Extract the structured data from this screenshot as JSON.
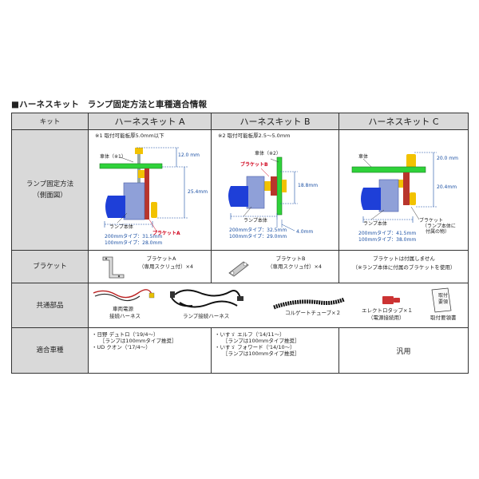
{
  "title": "■ハーネスキット　ランプ固定方法と車種適合情報",
  "header": {
    "col0": "キット",
    "kit_a": "ハーネスキット A",
    "kit_b": "ハーネスキット B",
    "kit_c": "ハーネスキット C"
  },
  "rows": {
    "mount_label_1": "ランプ固定方法",
    "mount_label_2": "（側面図）",
    "bracket_label": "ブラケット",
    "common_label": "共通部品",
    "fit_label": "適合車種"
  },
  "kit_a": {
    "note": "※1 取付可能板厚5.0mm以下",
    "body_label": "車体（※1）",
    "lamp_label": "ランプ本体",
    "bracket_tag": "ブラケットA",
    "dim_top": "12.0 mm",
    "dim_side": "25.4mm",
    "spec1": "200mmタイプ：31.5mm",
    "spec2": "100mmタイプ：28.0mm",
    "bracket_name": "ブラケットA",
    "bracket_sub": "（専用スクリュ付）×4"
  },
  "kit_b": {
    "note": "※2 取付可能板厚2.5～5.0mm",
    "body_label": "車体（※2）",
    "bracket_tag": "ブラケットB",
    "lamp_label": "ランプ本体",
    "dim_side": "18.8mm",
    "dim_plate": "4.0mm",
    "spec1": "200mmタイプ：32.5mm",
    "spec2": "100mmタイプ：29.0mm",
    "bracket_name": "ブラケットB",
    "bracket_sub": "（専用スクリュ付）×4"
  },
  "kit_c": {
    "body_label": "車体",
    "dim_top": "20.0 mm",
    "dim_side": "20.4mm",
    "lamp_label": "ランプ本体",
    "bracket_tag_1": "ブラケット",
    "bracket_tag_2": "（ランプ本体に",
    "bracket_tag_3": "付属の物）",
    "spec1": "200mmタイプ：41.5mm",
    "spec2": "100mmタイプ：38.0mm",
    "bracket_note_1": "ブラケットは付属しません",
    "bracket_note_2": "（※ランプ本体に付属のブラケットを使用）"
  },
  "common_parts": {
    "power_harness_1": "車両電源",
    "power_harness_2": "接続ハーネス",
    "lamp_harness": "ランプ接続ハーネス",
    "tube": "コルゲートチューブ×２",
    "tap_1": "エレクトロタップ×１",
    "tap_2": "（電源接続用）",
    "manual": "取付要領書",
    "manual_cover_1": "取付",
    "manual_cover_2": "要領"
  },
  "fit": {
    "a_line1": "・日野 デュトロ（'19/4～）",
    "a_line2": "［ランプは100mmタイプ推奨］",
    "a_line3": "・UD クオン（'17/4～）",
    "b_line1": "・いすゞ エルフ（'14/11～）",
    "b_line2": "［ランプは100mmタイプ推奨］",
    "b_line3": "・いすゞ フォワード（'14/10～）",
    "b_line4": "［ランプは100mmタイプ推奨］",
    "c_text": "汎用"
  },
  "colors": {
    "header_gray": "#d9d9d9",
    "body_green": "#2fd23a",
    "bracket_red": "#b8352c",
    "lamp_blue": "#1e3fd8",
    "bolt_yellow": "#f2c200",
    "dim_blue": "#1a4fa3",
    "tag_red": "#d0021b"
  }
}
